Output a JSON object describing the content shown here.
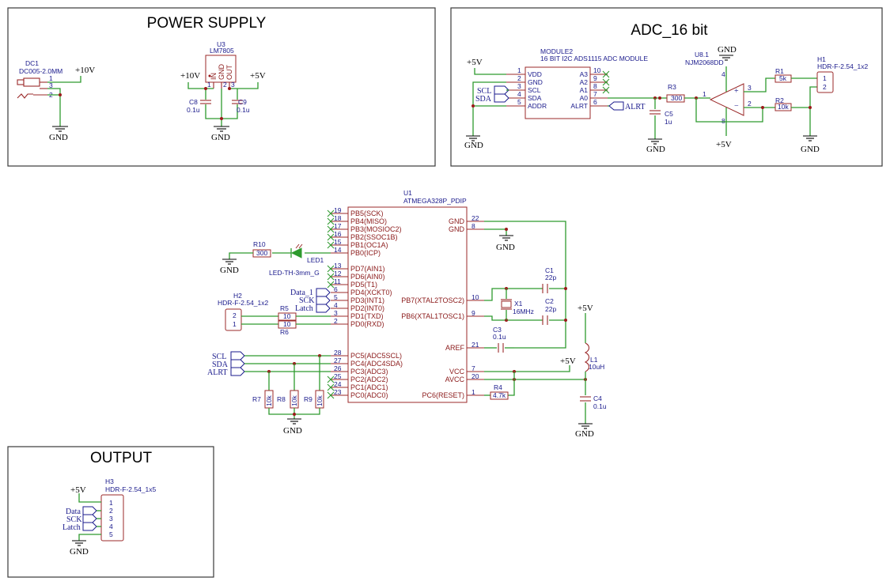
{
  "sections": {
    "power": "POWER SUPPLY",
    "adc": "ADC_16 bit",
    "output": "OUTPUT"
  },
  "nets": {
    "gnd": "GND",
    "p5v": "+5V",
    "p10v": "+10V",
    "scl": "SCL",
    "sda": "SDA",
    "alrt": "ALRT",
    "data1": "Data_1",
    "sck": "SCK",
    "latch": "Latch",
    "data": "Data"
  },
  "power_supply": {
    "dc1_ref": "DC1",
    "dc1_value": "DC005-2.0MM",
    "dc1_pins": [
      "1",
      "3",
      "2"
    ],
    "u3_ref": "U3",
    "u3_value": "LM7805",
    "u3_pins": [
      "IN",
      "GND",
      "OUT"
    ],
    "u3_pin_nums": [
      "1",
      "2",
      "3"
    ],
    "c8_ref": "C8",
    "c8_value": "0.1u",
    "c9_ref": "C9",
    "c9_value": "0.1u"
  },
  "adc": {
    "module_ref": "MODULE2",
    "module_value": "16 BIT I2C ADS1115 ADC MODULE",
    "left_pins": [
      {
        "num": "1",
        "name": "VDD"
      },
      {
        "num": "2",
        "name": "GND"
      },
      {
        "num": "3",
        "name": "SCL"
      },
      {
        "num": "4",
        "name": "SDA"
      },
      {
        "num": "5",
        "name": "ADDR"
      }
    ],
    "right_pins": [
      {
        "num": "10",
        "name": "A3"
      },
      {
        "num": "9",
        "name": "A2"
      },
      {
        "num": "8",
        "name": "A1"
      },
      {
        "num": "7",
        "name": "A0"
      },
      {
        "num": "6",
        "name": "ALRT"
      }
    ],
    "r3_ref": "R3",
    "r3_value": "300",
    "c5_ref": "C5",
    "c5_value": "1u",
    "opamp_ref": "U8.1",
    "opamp_value": "NJM2068DD",
    "opamp_pins": {
      "out": "1",
      "minus": "2",
      "plus": "3",
      "vminus": "4",
      "vplus": "8"
    },
    "r1_ref": "R1",
    "r1_value": "5k",
    "r2_ref": "R2",
    "r2_value": "10k",
    "h1_ref": "H1",
    "h1_value": "HDR-F-2.54_1x2",
    "h1_pins": [
      "1",
      "2"
    ]
  },
  "mcu": {
    "ref": "U1",
    "value": "ATMEGA328P_PDIP",
    "left_pins": [
      {
        "num": "19",
        "name": "PB5(SCK)"
      },
      {
        "num": "18",
        "name": "PB4(MISO)"
      },
      {
        "num": "17",
        "name": "PB3(MOSIOC2)"
      },
      {
        "num": "16",
        "name": "PB2(SSOC1B)"
      },
      {
        "num": "15",
        "name": "PB1(OC1A)"
      },
      {
        "num": "14",
        "name": "PB0(ICP)"
      },
      {
        "num": "13",
        "name": "PD7(AIN1)"
      },
      {
        "num": "12",
        "name": "PD6(AIN0)"
      },
      {
        "num": "11",
        "name": "PD5(T1)"
      },
      {
        "num": "6",
        "name": "PD4(XCKT0)"
      },
      {
        "num": "5",
        "name": "PD3(INT1)"
      },
      {
        "num": "4",
        "name": "PD2(INT0)"
      },
      {
        "num": "3",
        "name": "PD1(TXD)"
      },
      {
        "num": "2",
        "name": "PD0(RXD)"
      },
      {
        "num": "28",
        "name": "PC5(ADC5SCL)"
      },
      {
        "num": "27",
        "name": "PC4(ADC4SDA)"
      },
      {
        "num": "26",
        "name": "PC3(ADC3)"
      },
      {
        "num": "25",
        "name": "PC2(ADC2)"
      },
      {
        "num": "24",
        "name": "PC1(ADC1)"
      },
      {
        "num": "23",
        "name": "PC0(ADC0)"
      }
    ],
    "right_pins": [
      {
        "num": "22",
        "name": "GND"
      },
      {
        "num": "8",
        "name": "GND"
      },
      {
        "num": "10",
        "name": "PB7(XTAL2TOSC2)"
      },
      {
        "num": "9",
        "name": "PB6(XTAL1TOSC1)"
      },
      {
        "num": "21",
        "name": "AREF"
      },
      {
        "num": "7",
        "name": "VCC"
      },
      {
        "num": "20",
        "name": "AVCC"
      },
      {
        "num": "1",
        "name": "PC6(RESET)"
      }
    ],
    "r10_ref": "R10",
    "r10_value": "300",
    "led1_ref": "LED1",
    "led1_value": "LED-TH-3mm_G",
    "h2_ref": "H2",
    "h2_value": "HDR-F-2.54_1x2",
    "h2_pins": [
      "2",
      "1"
    ],
    "r5_ref": "R5",
    "r5_value": "10",
    "r6_ref": "R6",
    "r6_value": "10",
    "r7_ref": "R7",
    "r7_value": "10k",
    "r8_ref": "R8",
    "r8_value": "10k",
    "r9_ref": "R9",
    "r9_value": "10k",
    "c1_ref": "C1",
    "c1_value": "22p",
    "c2_ref": "C2",
    "c2_value": "22p",
    "x1_ref": "X1",
    "x1_value": "16MHz",
    "c3_ref": "C3",
    "c3_value": "0.1u",
    "l1_ref": "L1",
    "l1_value": "10uH",
    "c4_ref": "C4",
    "c4_value": "0.1u",
    "r4_ref": "R4",
    "r4_value": "4.7k"
  },
  "output": {
    "h3_ref": "H3",
    "h3_value": "HDR-F-2.54_1x5",
    "h3_pins": [
      "1",
      "2",
      "3",
      "4",
      "5"
    ]
  }
}
